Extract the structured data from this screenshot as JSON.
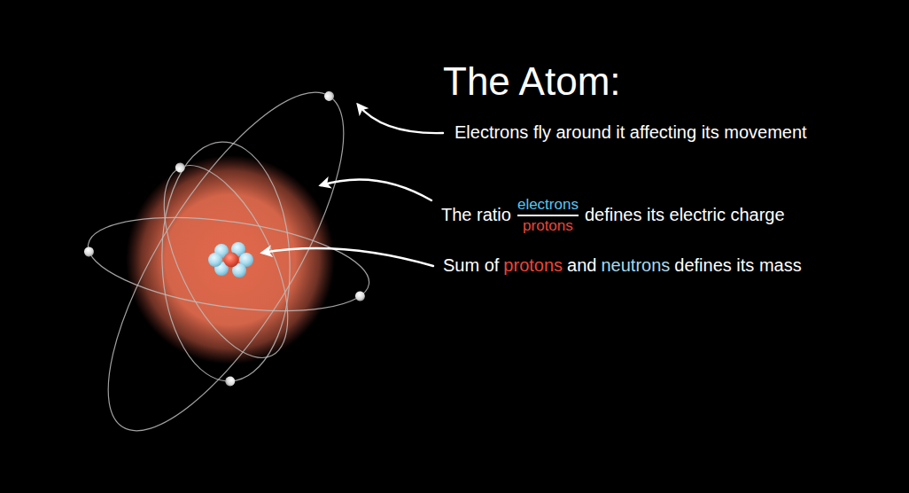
{
  "diagram": {
    "title": "The Atom:",
    "labels": [
      "Electrons fly around it affecting its movement",
      "The ratio",
      "electrons",
      "protons",
      "defines its electric charge",
      "Sum of",
      "protons",
      "and",
      "neutrons",
      "defines its mass"
    ]
  }
}
